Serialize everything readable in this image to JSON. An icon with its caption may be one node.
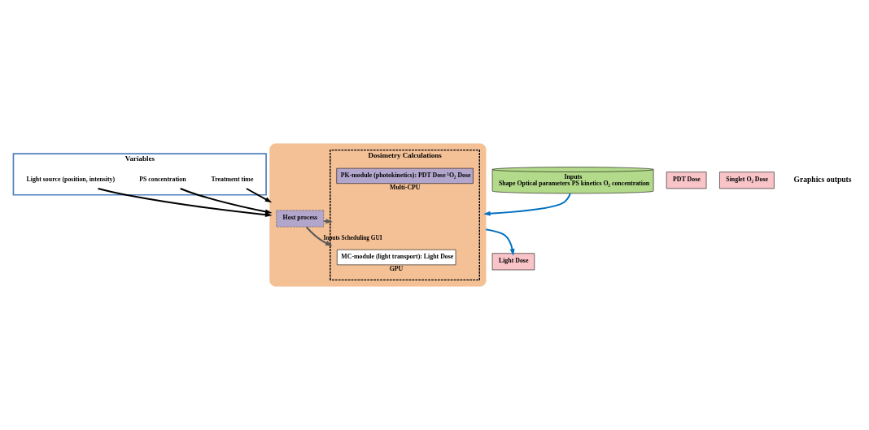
{
  "diagram": {
    "nodes": [
      {
        "text": [
          "Variables"
        ]
      },
      {
        "text": [
          "Light source (position, intensity)"
        ],
        "in": 0
      },
      {
        "text": [
          "PS concentration"
        ],
        "in": 0
      },
      {
        "text": [
          "Treatment time"
        ],
        "in": 0
      },
      {
        "text": [],
        "shape": "box"
      },
      {
        "text": [
          "Host process"
        ],
        "in": 4
      },
      {
        "text": [
          "Dosimetry Calculations"
        ],
        "in": 4
      },
      {
        "text": [
          "MC-module (light transport): Light Dose"
        ],
        "beside": [
          "GPU"
        ],
        "in": 6
      },
      {
        "text": [
          "PK-module (photokinetics): PDT Dose ¹O₂ Dose"
        ],
        "beside": [
          "Multi-CPU"
        ],
        "in": 6
      },
      {
        "text": [
          "Inputs",
          "Shape Optical parameters PS kinetics O₂ concentration"
        ]
      },
      {
        "text": [
          "Light Dose"
        ]
      },
      {
        "text": [
          "PDT Dose"
        ]
      },
      {
        "text": [
          "Singlet O₂ Dose"
        ]
      }
    ],
    "edges": [
      {
        "from": 1,
        "to": 4,
        "arrow": "to"
      },
      {
        "from": 2,
        "to": 4,
        "arrow": "to"
      },
      {
        "from": 3,
        "to": 4,
        "arrow": "to"
      },
      {
        "from": 9,
        "to": 4,
        "arrow": "to",
        "color": "#0070c0"
      },
      {
        "from": 5,
        "to": 6,
        "arrow": "to",
        "label": "Inputs Scheduling GUI",
        "color": "#595959"
      },
      {
        "from": 5,
        "to": 6,
        "arrow": "to",
        "color": "#595959"
      },
      {
        "from": 4,
        "to": 10,
        "arrow": "to",
        "color": "#0070c0"
      }
    ],
    "labels": [
      "Graphics outputs"
    ]
  }
}
